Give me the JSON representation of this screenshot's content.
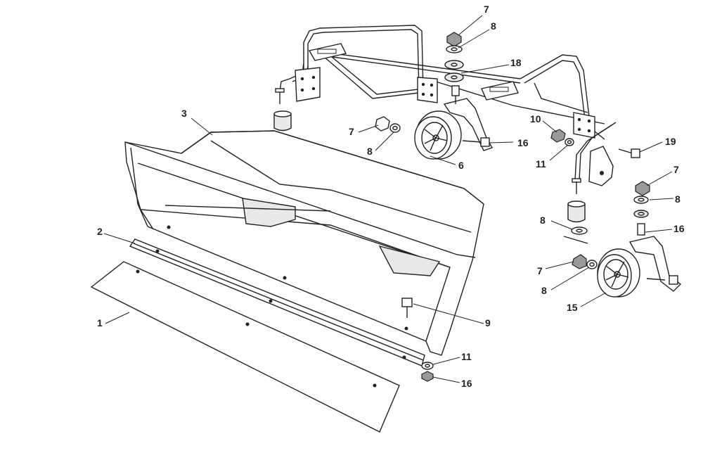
{
  "diagram": {
    "callouts": [
      {
        "id": "c7a",
        "text": "7"
      },
      {
        "id": "c8a",
        "text": "8"
      },
      {
        "id": "c18",
        "text": "18"
      },
      {
        "id": "c3",
        "text": "3"
      },
      {
        "id": "c7b",
        "text": "7"
      },
      {
        "id": "c8b",
        "text": "8"
      },
      {
        "id": "c16a",
        "text": "16"
      },
      {
        "id": "c6",
        "text": "6"
      },
      {
        "id": "c10",
        "text": "10"
      },
      {
        "id": "c11a",
        "text": "11"
      },
      {
        "id": "c19",
        "text": "19"
      },
      {
        "id": "c7c",
        "text": "7"
      },
      {
        "id": "c8c",
        "text": "8"
      },
      {
        "id": "c2",
        "text": "2"
      },
      {
        "id": "c8d",
        "text": "8"
      },
      {
        "id": "c16b",
        "text": "16"
      },
      {
        "id": "c7d",
        "text": "7"
      },
      {
        "id": "c8e",
        "text": "8"
      },
      {
        "id": "c15",
        "text": "15"
      },
      {
        "id": "c9",
        "text": "9"
      },
      {
        "id": "c1",
        "text": "1"
      },
      {
        "id": "c11b",
        "text": "11"
      },
      {
        "id": "c16c",
        "text": "16"
      }
    ]
  }
}
